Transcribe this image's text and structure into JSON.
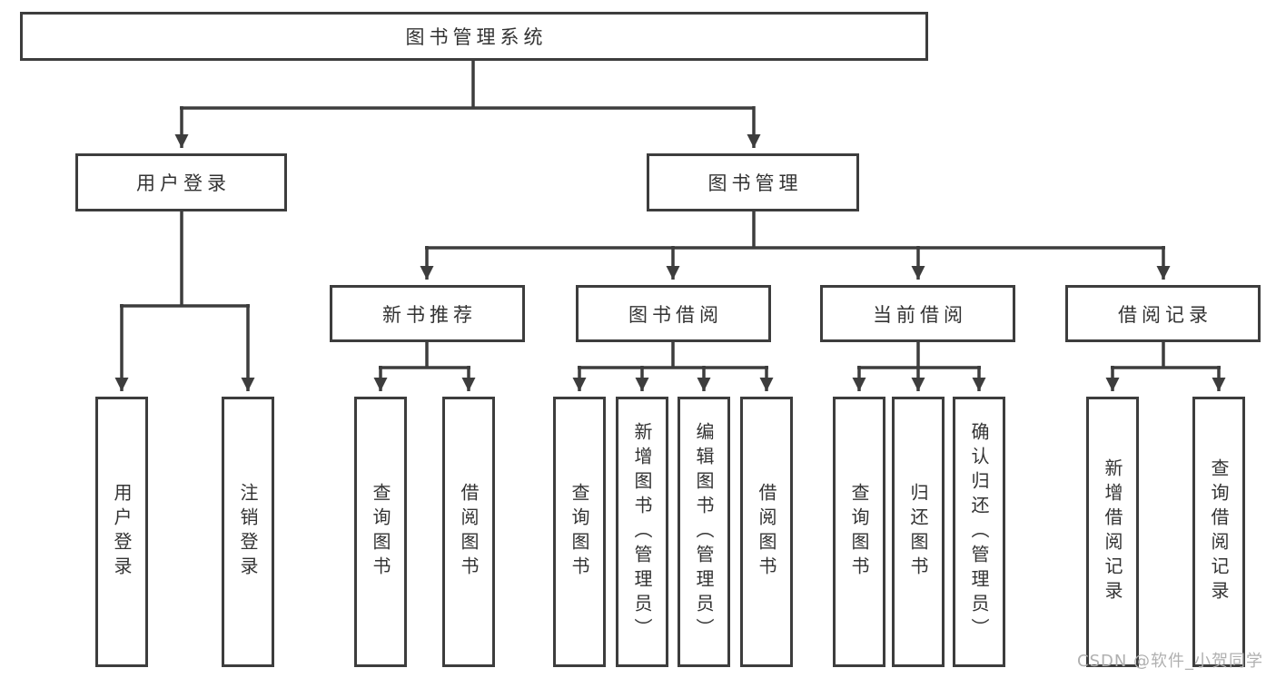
{
  "diagram": {
    "tree": {
      "root": {
        "label": "图书管理系统",
        "children": [
          {
            "label": "用户登录",
            "children": [
              {
                "label": "用户登录"
              },
              {
                "label": "注销登录"
              }
            ]
          },
          {
            "label": "图书管理",
            "children": [
              {
                "label": "新书推荐",
                "children": [
                  {
                    "label": "查询图书"
                  },
                  {
                    "label": "借阅图书"
                  }
                ]
              },
              {
                "label": "图书借阅",
                "children": [
                  {
                    "label": "查询图书"
                  },
                  {
                    "label": "新增图书（管理员）"
                  },
                  {
                    "label": "编辑图书（管理员）"
                  },
                  {
                    "label": "借阅图书"
                  }
                ]
              },
              {
                "label": "当前借阅",
                "children": [
                  {
                    "label": "查询图书"
                  },
                  {
                    "label": "归还图书"
                  },
                  {
                    "label": "确认归还（管理员）"
                  }
                ]
              },
              {
                "label": "借阅记录",
                "children": [
                  {
                    "label": "新增借阅记录"
                  },
                  {
                    "label": "查询借阅记录"
                  }
                ]
              }
            ]
          }
        ]
      }
    },
    "colors": {
      "line": "#3d3d3d",
      "text": "#333333",
      "background": "#ffffff",
      "watermark": "#b0b0b0"
    },
    "watermark": "CSDN @软件_小贺同学"
  }
}
